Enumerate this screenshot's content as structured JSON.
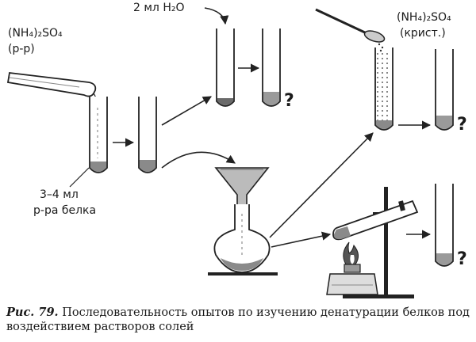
{
  "labels": {
    "ammonium_sulfate_solution": "(NH₄)₂SO₄",
    "solution_note": "(р-р)",
    "water_added": "2 мл H₂O",
    "ammonium_sulfate_crystals": "(NH₄)₂SO₄",
    "crystals_note": "(крист.)",
    "protein_volume": "3–4 мл",
    "protein_solution": "р-ра белка",
    "question_mark": "?"
  },
  "caption": {
    "figure": "Рис. 79.",
    "text": "Последовательность опытов по изучению денатурации белков под воздействием растворов солей"
  }
}
